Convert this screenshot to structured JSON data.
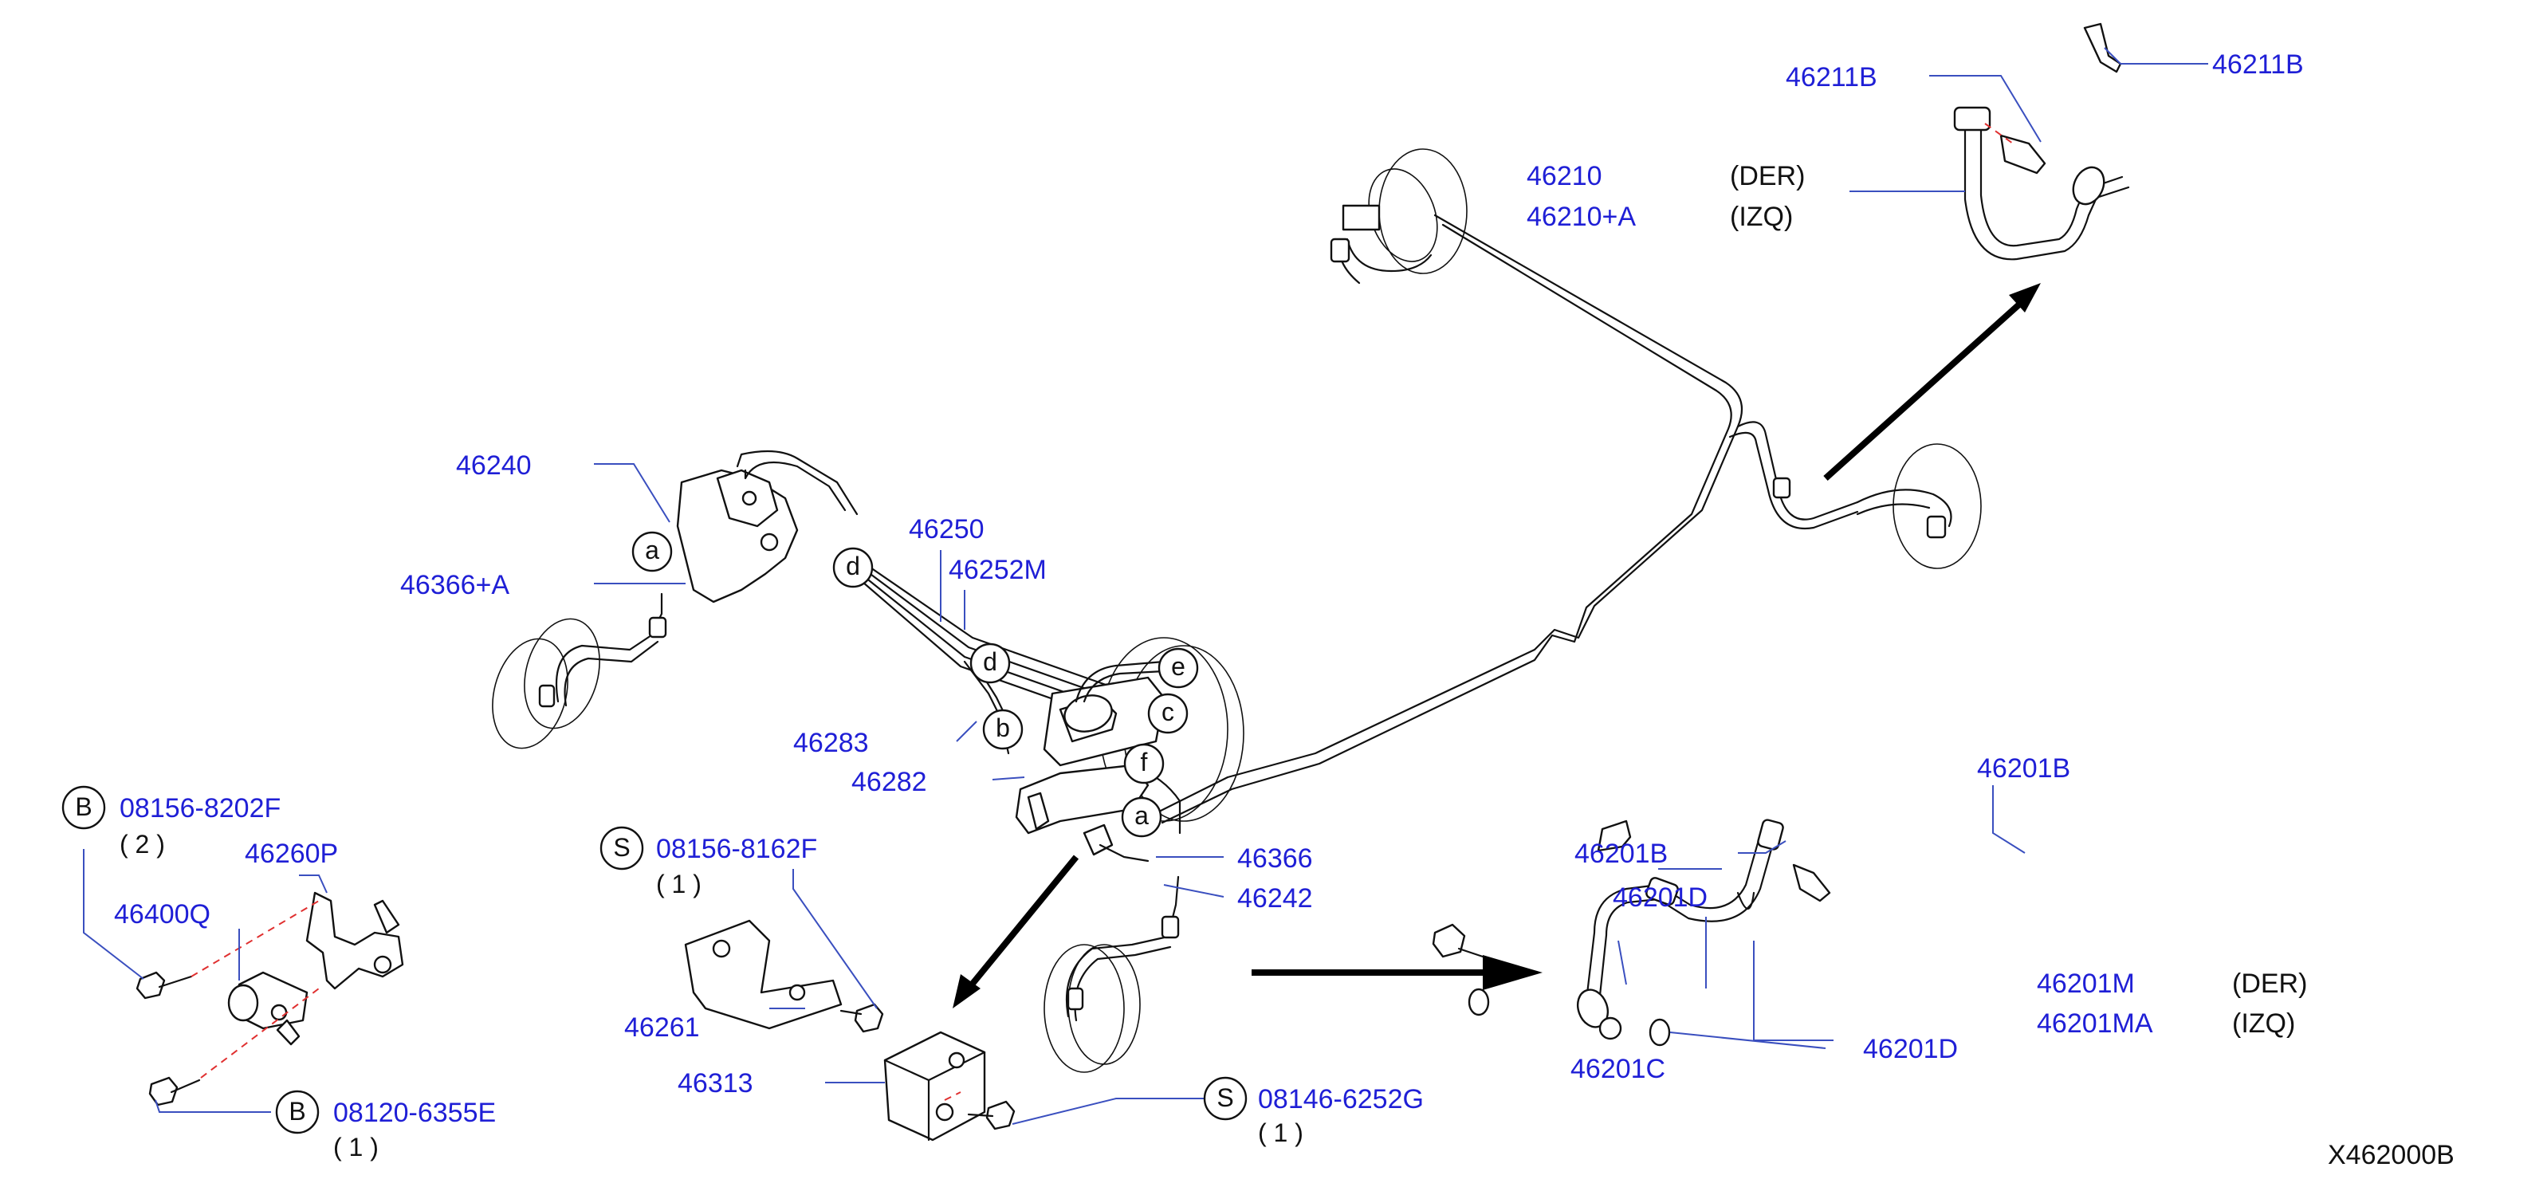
{
  "callouts": {
    "c46211B_a": "46211B",
    "c46211B_b": "46211B",
    "c46210": "46210",
    "c46210A": "46210+A",
    "der_1": "(DER)",
    "izq_1": "(IZQ)",
    "c46240": "46240",
    "c46250": "46250",
    "c46252M": "46252M",
    "c46366A": "46366+A",
    "c46283": "46283",
    "c46282": "46282",
    "c46366": "46366",
    "c46242": "46242",
    "c08156_8202F": "08156-8202F",
    "qty_2": "( 2 )",
    "c46260P": "46260P",
    "c46400Q": "46400Q",
    "c08120_6355E": "08120-6355E",
    "qty_1a": "( 1 )",
    "c08156_8162F": "08156-8162F",
    "qty_1b": "( 1 )",
    "c46261": "46261",
    "c46313": "46313",
    "c08146_6252G": "08146-6252G",
    "qty_1c": "( 1 )",
    "c46201B_a": "46201B",
    "c46201B_b": "46201B",
    "c46201D_a": "46201D",
    "c46201D_b": "46201D",
    "c46201C": "46201C",
    "c46201M": "46201M",
    "c46201MA": "46201MA",
    "der_2": "(DER)",
    "izq_2": "(IZQ)",
    "diagram_code": "X462000B"
  },
  "badges": {
    "b1": "B",
    "b2": "B",
    "s1": "S",
    "s2": "S"
  },
  "connectors": {
    "a1": "a",
    "d1": "d",
    "d2": "d",
    "b": "b",
    "e": "e",
    "c": "c",
    "f": "f",
    "a2": "a"
  },
  "colors": {
    "part_number": "#1f1fd6",
    "leader_line": "#3a4fbf",
    "dashed_alignment": "#e03030",
    "line_art": "#111111"
  }
}
